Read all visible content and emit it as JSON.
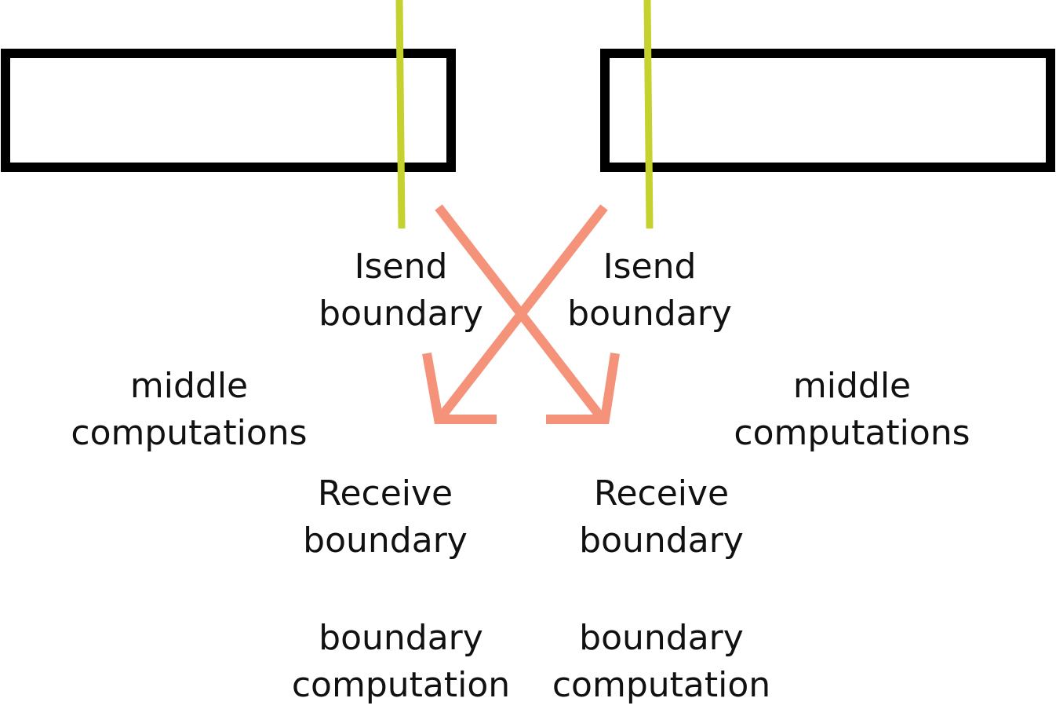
{
  "colors": {
    "box_stroke": "#000000",
    "boundary_line": "#c5d22e",
    "arrow": "#f4937a",
    "text": "#111111"
  },
  "labels": {
    "left": {
      "isend_line1": "Isend",
      "isend_line2": "boundary",
      "middle_line1": "middle",
      "middle_line2": "computations",
      "receive_line1": "Receive",
      "receive_line2": "boundary",
      "boundary_line1": "boundary",
      "boundary_line2": "computation"
    },
    "right": {
      "isend_line1": "Isend",
      "isend_line2": "boundary",
      "middle_line1": "middle",
      "middle_line2": "computations",
      "receive_line1": "Receive",
      "receive_line2": "boundary",
      "boundary_line1": "boundary",
      "boundary_line2": "computation"
    }
  }
}
